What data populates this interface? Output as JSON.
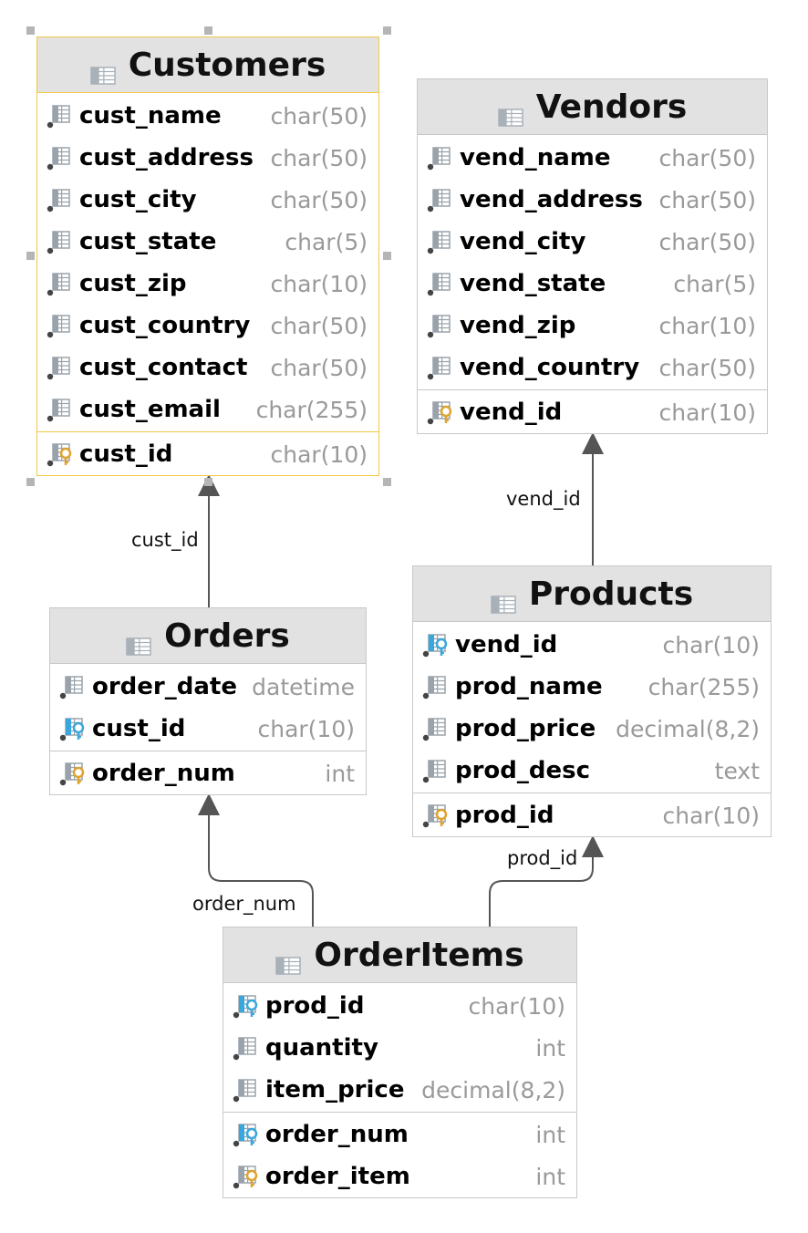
{
  "tables": {
    "customers": {
      "name": "Customers",
      "columns": [
        {
          "name": "cust_name",
          "type": "char(50)"
        },
        {
          "name": "cust_address",
          "type": "char(50)"
        },
        {
          "name": "cust_city",
          "type": "char(50)"
        },
        {
          "name": "cust_state",
          "type": "char(5)"
        },
        {
          "name": "cust_zip",
          "type": "char(10)"
        },
        {
          "name": "cust_country",
          "type": "char(50)"
        },
        {
          "name": "cust_contact",
          "type": "char(50)"
        },
        {
          "name": "cust_email",
          "type": "char(255)"
        }
      ],
      "keys": [
        {
          "name": "cust_id",
          "type": "char(10)"
        }
      ]
    },
    "vendors": {
      "name": "Vendors",
      "columns": [
        {
          "name": "vend_name",
          "type": "char(50)"
        },
        {
          "name": "vend_address",
          "type": "char(50)"
        },
        {
          "name": "vend_city",
          "type": "char(50)"
        },
        {
          "name": "vend_state",
          "type": "char(5)"
        },
        {
          "name": "vend_zip",
          "type": "char(10)"
        },
        {
          "name": "vend_country",
          "type": "char(50)"
        }
      ],
      "keys": [
        {
          "name": "vend_id",
          "type": "char(10)"
        }
      ]
    },
    "orders": {
      "name": "Orders",
      "columns": [
        {
          "name": "order_date",
          "type": "datetime"
        },
        {
          "name": "cust_id",
          "type": "char(10)"
        }
      ],
      "keys": [
        {
          "name": "order_num",
          "type": "int"
        }
      ]
    },
    "products": {
      "name": "Products",
      "columns": [
        {
          "name": "vend_id",
          "type": "char(10)"
        },
        {
          "name": "prod_name",
          "type": "char(255)"
        },
        {
          "name": "prod_price",
          "type": "decimal(8,2)"
        },
        {
          "name": "prod_desc",
          "type": "text"
        }
      ],
      "keys": [
        {
          "name": "prod_id",
          "type": "char(10)"
        }
      ]
    },
    "orderitems": {
      "name": "OrderItems",
      "columns": [
        {
          "name": "prod_id",
          "type": "char(10)"
        },
        {
          "name": "quantity",
          "type": "int"
        },
        {
          "name": "item_price",
          "type": "decimal(8,2)"
        }
      ],
      "keys": [
        {
          "name": "order_num",
          "type": "int"
        },
        {
          "name": "order_item",
          "type": "int"
        }
      ]
    }
  },
  "relations": {
    "orders_customers": "cust_id",
    "products_vendors": "vend_id",
    "orderitems_orders": "order_num",
    "orderitems_products": "prod_id"
  },
  "colors": {
    "selected_border": "#f3c846",
    "primary_key_icon": "#e0a32e",
    "foreign_key_icon": "#3aa7dc",
    "column_icon": "#9aa3ab",
    "type_text": "#9a9a9a"
  }
}
